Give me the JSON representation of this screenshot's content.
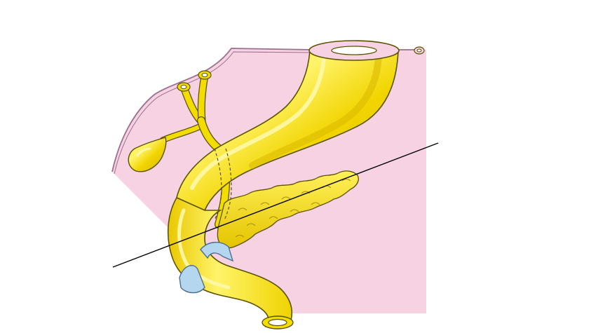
{
  "figure": {
    "kind": "anatomical illustration",
    "labels": [],
    "colors": {
      "background": "#ffffff",
      "mesentery": "#f6d2e3",
      "mesentery_outline": "#9b6f8d",
      "organ_yellow": "#f3dc00",
      "organ_highlight": "#fff36a",
      "organ_shadow": "#d9b800",
      "outline": "#5b5200",
      "rotation_arrow": "#b4d6ee",
      "rotation_arrow_outline": "#4e6f8f",
      "axis_line": "#000000"
    },
    "elements": [
      "mesentery",
      "stomach",
      "duodenum",
      "pancreas",
      "gallbladder",
      "bile-duct",
      "hepatic-ducts",
      "rotation-arrow-1",
      "rotation-arrow-2",
      "rotation-axis-line"
    ]
  }
}
